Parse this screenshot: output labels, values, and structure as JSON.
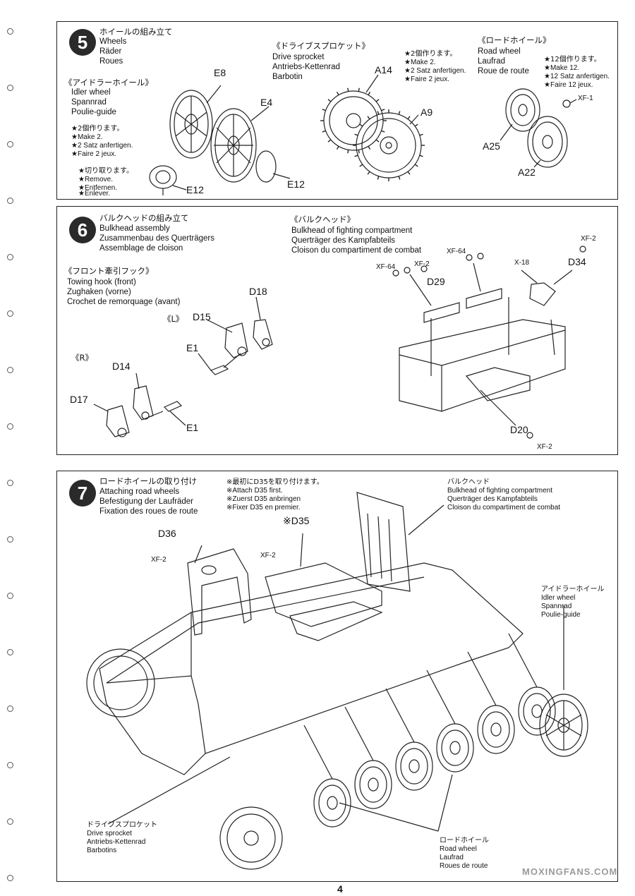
{
  "steps": {
    "s5": {
      "number": "5",
      "title_jp": "ホイールの組み立て",
      "title": [
        "Wheels",
        "Räder",
        "Roues"
      ],
      "idler": {
        "heading_jp": "《アイドラーホイール》",
        "lines": [
          "Idler wheel",
          "Spannrad",
          "Poulie-guide"
        ],
        "make_note": [
          "★2個作ります。",
          "★Make 2.",
          "★2 Satz anfertigen.",
          "★Faire 2 jeux."
        ],
        "remove_note": [
          "★切り取ります。",
          "★Remove.",
          "★Entfernen.",
          "★Enlever."
        ]
      },
      "sprocket": {
        "heading_jp": "《ドライブスプロケット》",
        "lines": [
          "Drive sprocket",
          "Antriebs-Kettenrad",
          "Barbotin"
        ],
        "make_note": [
          "★2個作ります。",
          "★Make 2.",
          "★2 Satz anfertigen.",
          "★Faire 2 jeux."
        ]
      },
      "roadwheel": {
        "heading_jp": "《ロードホイール》",
        "lines": [
          "Road wheel",
          "Laufrad",
          "Roue de route"
        ],
        "make_note": [
          "★12個作ります。",
          "★Make 12.",
          "★12 Satz anfertigen.",
          "★Faire 12 jeux."
        ]
      },
      "parts": {
        "e8": "E8",
        "e4": "E4",
        "e12a": "E12",
        "e12b": "E12",
        "a14": "A14",
        "a9": "A9",
        "xf1": "XF-1",
        "a25": "A25",
        "a22": "A22"
      }
    },
    "s6": {
      "number": "6",
      "title_jp": "バルクヘッドの組み立て",
      "title": [
        "Bulkhead assembly",
        "Zusammenbau des Querträgers",
        "Assemblage de cloison"
      ],
      "towing": {
        "heading_jp": "《フロント牽引フック》",
        "lines": [
          "Towing hook (front)",
          "Zughaken (vorne)",
          "Crochet de remorquage (avant)"
        ]
      },
      "bulkhead": {
        "heading_jp": "《バルクヘッド》",
        "lines": [
          "Bulkhead of fighting compartment",
          "Querträger des Kampfabteils",
          "Cloison du compartiment de combat"
        ]
      },
      "left": "《L》",
      "right": "《R》",
      "parts": {
        "d15": "D15",
        "d18": "D18",
        "e1a": "E1",
        "d14": "D14",
        "d17": "D17",
        "e1b": "E1",
        "xf64a": "XF-64",
        "xf2a": "XF-2",
        "d29": "D29",
        "xf64b": "XF-64",
        "x18": "X-18",
        "d34": "D34",
        "xf2b": "XF-2",
        "d20": "D20",
        "xf2c": "XF-2"
      }
    },
    "s7": {
      "number": "7",
      "title_jp": "ロードホイールの取り付け",
      "title": [
        "Attaching road wheels",
        "Befestigung der Laufräder",
        "Fixation des roues de route"
      ],
      "d35_note": [
        "※最初にD35を取り付けます。",
        "※Attach D35 first.",
        "※Zuerst D35 anbringen",
        "※Fixer D35 en premier."
      ],
      "bulkhead_label": [
        "バルクヘッド",
        "Bulkhead of fighting compartment",
        "Querträger des Kampfabteils",
        "Cloison du compartiment de combat"
      ],
      "idler_label": [
        "アイドラーホイール",
        "Idler wheel",
        "Spannrad",
        "Poulie-guide"
      ],
      "sprocket_label": [
        "ドライブスプロケット",
        "Drive sprocket",
        "Antriebs-Kettenrad",
        "Barbotins"
      ],
      "roadwheel_label": [
        "ロードホイール",
        "Road wheel",
        "Laufrad",
        "Roues de route"
      ],
      "parts": {
        "d36": "D36",
        "xf2a": "XF-2",
        "d35": "※D35",
        "xf2b": "XF-2"
      }
    }
  },
  "page_number": "4",
  "watermark": "MOXINGFANS.COM"
}
